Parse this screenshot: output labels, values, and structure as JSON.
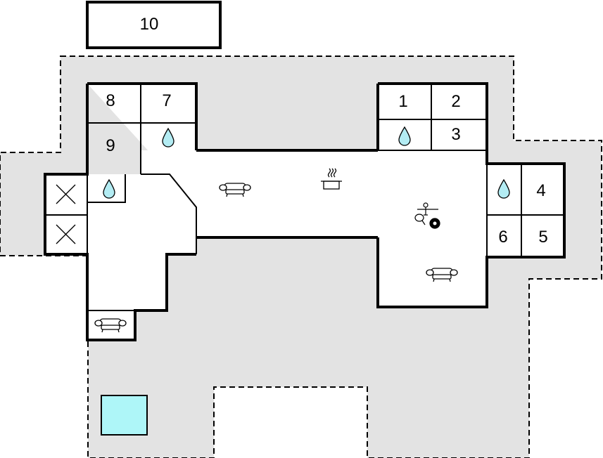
{
  "floorplan": {
    "colors": {
      "terrain": "#e3e3e3",
      "wall": "#000000",
      "interior": "#ffffff",
      "water_drop": "#b3ecf3",
      "pool": "#aef6f8"
    },
    "room_labels": {
      "r1": "1",
      "r2": "2",
      "r3": "3",
      "r4": "4",
      "r5": "5",
      "r6": "6",
      "r7": "7",
      "r8": "8",
      "r9": "9",
      "r10": "10"
    },
    "icons": {
      "bathroom": "water-drop-icon",
      "toilet_closed": "x-cross-icon",
      "sofa": "sofa-icon",
      "kitchen": "cooking-pot-icon",
      "activities": "table-tennis-billiard-football-icon",
      "pool": "swimming-pool-icon"
    }
  }
}
